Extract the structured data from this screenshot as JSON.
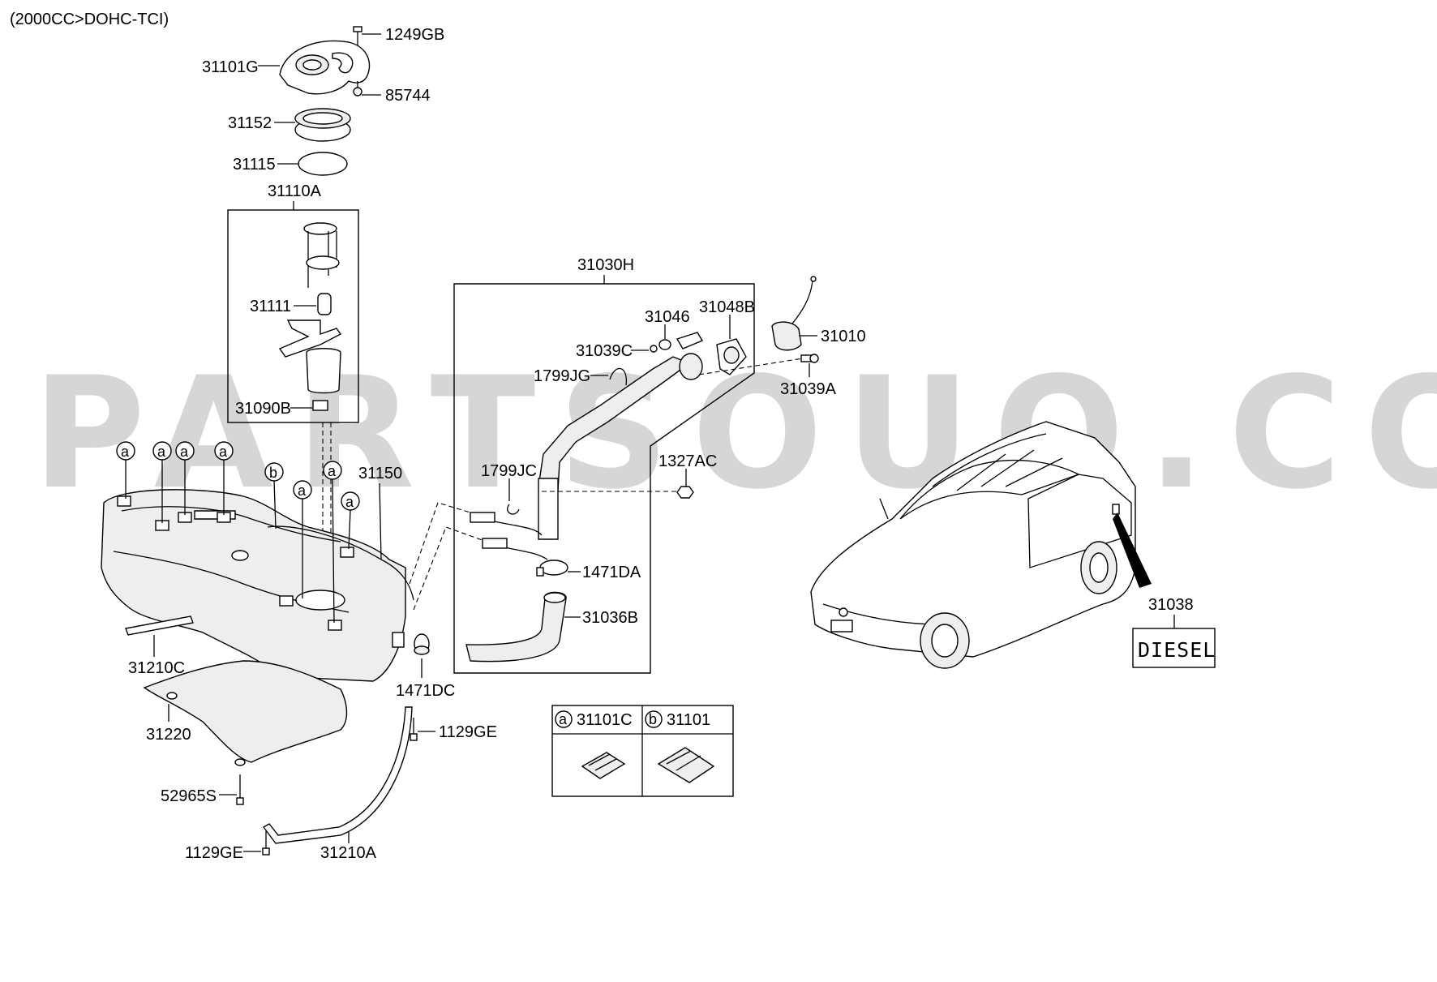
{
  "header": {
    "engine_spec": "(2000CC>DOHC-TCI)"
  },
  "watermark": "PARTSOUQ.COM",
  "parts": {
    "p1249GB": "1249GB",
    "p31101G": "31101G",
    "p85744": "85744",
    "p31152": "31152",
    "p31115": "31115",
    "p31110A": "31110A",
    "p31111": "31111",
    "p31090B": "31090B",
    "p31030H": "31030H",
    "p31046": "31046",
    "p31048B": "31048B",
    "p31010": "31010",
    "p31039C": "31039C",
    "p1799JG": "1799JG",
    "p31039A": "31039A",
    "p1327AC": "1327AC",
    "p1799JC": "1799JC",
    "p1471DA": "1471DA",
    "p31036B": "31036B",
    "p31150": "31150",
    "p31210C": "31210C",
    "p1471DC": "1471DC",
    "p31220": "31220",
    "p1129GE_a": "1129GE",
    "p52965S": "52965S",
    "p1129GE_b": "1129GE",
    "p31210A": "31210A",
    "p31038": "31038"
  },
  "callouts": {
    "a": "a",
    "b": "b"
  },
  "diesel_label": "DIESEL",
  "legend": {
    "a_letter": "a",
    "a_part": "31101C",
    "b_letter": "b",
    "b_part": "31101"
  }
}
